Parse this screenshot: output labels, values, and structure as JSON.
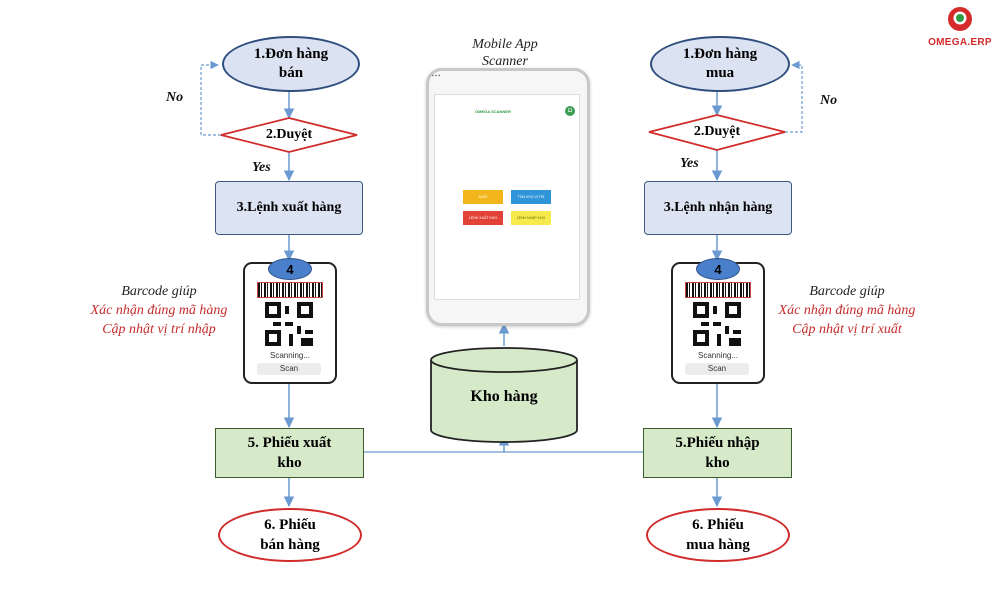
{
  "logo": {
    "text": "OMEGA.ERP"
  },
  "phone": {
    "caption_line1": "Mobile App",
    "caption_line2": "Scanner",
    "app_title": "OMEGA SCANNER",
    "tiles": [
      "XUẤT",
      "TỒN KHO VỊ TRÍ",
      "LỆNH XUẤT KHO",
      "LỆNH NHẬP KHO"
    ]
  },
  "warehouse": {
    "label": "Kho hàng"
  },
  "left": {
    "order_line1": "1.Đơn hàng",
    "order_line2": "bán",
    "approve": "2.Duyệt",
    "no_label": "No",
    "yes_label": "Yes",
    "command": "3.Lệnh xuất hàng",
    "badge": "4",
    "scanning": "Scanning...",
    "scan_button": "Scan",
    "note_line1": "Barcode giúp",
    "note_line2": "Xác nhận đúng mã hàng",
    "note_line3": "Cập nhật vị trí nhập",
    "slip_line1": "5. Phiếu xuất",
    "slip_line2": "kho",
    "doc_line1": "6. Phiếu",
    "doc_line2": "bán hàng"
  },
  "right": {
    "order_line1": "1.Đơn hàng",
    "order_line2": "mua",
    "approve": "2.Duyệt",
    "no_label": "No",
    "yes_label": "Yes",
    "command": "3.Lệnh nhận hàng",
    "badge": "4",
    "scanning": "Scanning...",
    "scan_button": "Scan",
    "note_line1": "Barcode giúp",
    "note_line2": "Xác nhận đúng mã hàng",
    "note_line3": "Cập nhật vị trí xuất",
    "slip_line1": "5.Phiếu nhập",
    "slip_line2": "kho",
    "doc_line1": "6. Phiếu",
    "doc_line2": "mua hàng"
  },
  "colors": {
    "blue_fill": "#dbe3f3",
    "green_fill": "#d6e9c9",
    "red_outline": "#d22b2b",
    "arrow": "#6a9ad0",
    "note_red": "#c52b2b"
  }
}
